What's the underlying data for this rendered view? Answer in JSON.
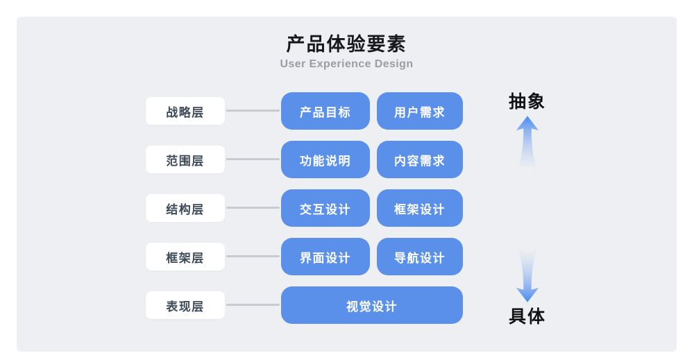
{
  "header": {
    "title": "产品体验要素",
    "subtitle": "User Experience Design"
  },
  "rows": [
    {
      "label": "战略层",
      "items": [
        "产品目标",
        "用户需求"
      ]
    },
    {
      "label": "范围层",
      "items": [
        "功能说明",
        "内容需求"
      ]
    },
    {
      "label": "结构层",
      "items": [
        "交互设计",
        "框架设计"
      ]
    },
    {
      "label": "框架层",
      "items": [
        "界面设计",
        "导航设计"
      ]
    },
    {
      "label": "表现层",
      "items": [
        "视觉设计"
      ]
    }
  ],
  "axis": {
    "top_label": "抽象",
    "bottom_label": "具体",
    "up_icon": "up-arrow-icon",
    "down_icon": "down-arrow-icon"
  },
  "colors": {
    "panel_background": "#EDEFF3",
    "element_box_blue": "#5B90EA",
    "label_text": "#3E4A59",
    "connector_line": "#C7CACF",
    "subtitle_gray": "#9B9DA2",
    "arrow_blue": "#4789F2"
  }
}
